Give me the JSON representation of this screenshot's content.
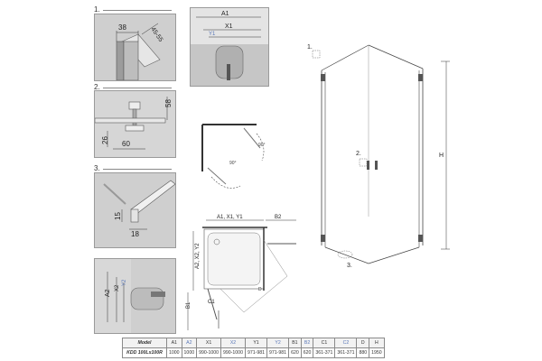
{
  "details": {
    "d1": {
      "step": "1.",
      "w_top": "38",
      "w_angle": "45-55"
    },
    "d2": {
      "step": "2.",
      "h_right": "58",
      "h_left": "26",
      "w_bottom": "60"
    },
    "d3": {
      "step": "3.",
      "h_left": "15",
      "w_bottom": "18"
    }
  },
  "glass_detail": {
    "a1": "A1",
    "x1": "X1",
    "y1": "Y1"
  },
  "wall_detail": {
    "a2": "A2",
    "x2": "X2",
    "y2": "Y2"
  },
  "plan": {
    "top_left": "A1, X1, Y1",
    "top_right": "B2",
    "left_v": "A2, X2, Y2",
    "b1": "B1",
    "c1": "C1",
    "d": "D"
  },
  "elevation": {
    "label1": "1.",
    "label2": "2.",
    "label3": "3.",
    "h": "H"
  },
  "table": {
    "headers": [
      "Model",
      "A1",
      "A2",
      "X1",
      "X2",
      "Y1",
      "Y2",
      "B1",
      "B2",
      "C1",
      "C2",
      "D",
      "H"
    ],
    "row": [
      "KDD 100Lx100R",
      "1000",
      "1000",
      "990-1000",
      "990-1000",
      "971-981",
      "971-981",
      "620",
      "620",
      "361-371",
      "361-371",
      "880",
      "1950"
    ],
    "blue_cols": [
      2,
      4,
      6,
      8,
      10
    ]
  },
  "colors": {
    "panel_bg": "#cfcfcf",
    "line": "#555555",
    "accent": "#5a78b8"
  }
}
